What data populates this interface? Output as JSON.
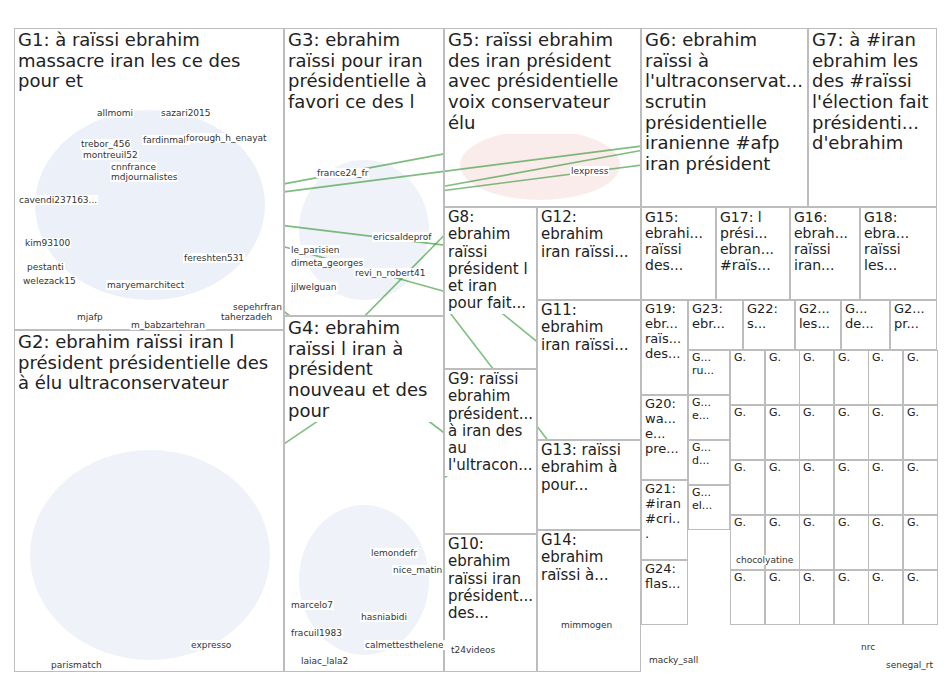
{
  "diagram": {
    "nodes": [
      {
        "text": [
          "G1: à raïssi ebrahim massacre iran les ce des pour et"
        ]
      },
      {
        "text": [
          "G2: ebrahim raïssi iran l président présidentielle des à élu ultraconservateur"
        ]
      },
      {
        "text": [
          "G3: ebrahim raïssi pour iran présidentielle à favori ce des l"
        ]
      },
      {
        "text": [
          "G4: ebrahim raïssi l iran à président nouveau et des pour"
        ]
      },
      {
        "text": [
          "G5: raïssi ebrahim des iran président avec présidentielle voix conservateur élu"
        ]
      },
      {
        "text": [
          "G6: ebrahim raïssi à l'ultraconservat... scrutin présidentielle iranienne #afp iran président"
        ]
      },
      {
        "text": [
          "G7: à #iran ebrahim les des #raïssi l'élection fait présidenti... d'ebrahim"
        ]
      },
      {
        "text": [
          "G8: ebrahim raïssi président l et iran pour fait..."
        ]
      },
      {
        "text": [
          "G12: ebrahim iran raïssi..."
        ]
      },
      {
        "text": [
          "G11: ebrahim iran raïssi..."
        ]
      },
      {
        "text": [
          "G13: raïssi ebrahim à pour..."
        ]
      },
      {
        "text": [
          "G14: ebrahim raïssi à..."
        ]
      },
      {
        "text": [
          "G9: raïssi ebrahim président... à iran des au l'ultracon..."
        ]
      },
      {
        "text": [
          "G10: ebrahim raïssi iran président... des..."
        ]
      },
      {
        "text": [
          "G15: ebrahi... raïssi des..."
        ]
      },
      {
        "text": [
          "G17: l prési... ebran... #raïs..."
        ]
      },
      {
        "text": [
          "G16: ebrah... raïssi iran..."
        ]
      },
      {
        "text": [
          "G18: ebra... raïssi les..."
        ]
      },
      {
        "text": [
          "G19: ebr... raïs... des..."
        ]
      },
      {
        "text": [
          "G23: ebr..."
        ]
      },
      {
        "text": [
          "G22: s..."
        ]
      },
      {
        "text": [
          "G2... les..."
        ]
      },
      {
        "text": [
          "G... de..."
        ]
      },
      {
        "text": [
          "G2... pr..."
        ]
      },
      {
        "text": [
          "G20: wa... e... pre..."
        ]
      },
      {
        "text": [
          "G21: #iran #cri..."
        ]
      },
      {
        "text": [
          "G24: flas..."
        ]
      },
      {
        "text": [
          "G... ru..."
        ]
      },
      {
        "text": [
          "G... e..."
        ]
      },
      {
        "text": [
          "G... d..."
        ]
      },
      {
        "text": [
          "G... el..."
        ]
      },
      {
        "text": [
          "G."
        ]
      },
      {
        "text": [
          "G."
        ]
      },
      {
        "text": [
          "G."
        ]
      },
      {
        "text": [
          "G."
        ]
      },
      {
        "text": [
          "G."
        ]
      },
      {
        "text": [
          "G."
        ]
      },
      {
        "text": [
          "G."
        ]
      },
      {
        "text": [
          "G."
        ]
      },
      {
        "text": [
          "G."
        ]
      },
      {
        "text": [
          "G."
        ]
      },
      {
        "text": [
          "G."
        ]
      },
      {
        "text": [
          "G."
        ]
      },
      {
        "text": [
          "G."
        ]
      },
      {
        "text": [
          "G."
        ]
      },
      {
        "text": [
          "G."
        ]
      },
      {
        "text": [
          "G."
        ]
      },
      {
        "text": [
          "G."
        ]
      },
      {
        "text": [
          "G."
        ]
      },
      {
        "text": [
          "G."
        ]
      },
      {
        "text": [
          "G."
        ]
      },
      {
        "text": [
          "G."
        ]
      },
      {
        "text": [
          "G."
        ]
      },
      {
        "text": [
          "G."
        ]
      },
      {
        "text": [
          "G."
        ]
      },
      {
        "text": [
          "G."
        ]
      },
      {
        "text": [
          "G."
        ]
      },
      {
        "text": [
          "G."
        ]
      },
      {
        "text": [
          "G."
        ]
      },
      {
        "text": [
          "G."
        ]
      },
      {
        "text": [
          "G."
        ]
      }
    ],
    "edges": [
      {
        "from": 0,
        "to": 4,
        "arrow": "none"
      },
      {
        "from": 0,
        "to": 5,
        "arrow": "none"
      },
      {
        "from": 0,
        "to": 7,
        "arrow": "none"
      },
      {
        "from": 0,
        "to": 12,
        "arrow": "none"
      },
      {
        "from": 0,
        "to": 8,
        "arrow": "none"
      },
      {
        "from": 1,
        "to": 4,
        "arrow": "none"
      },
      {
        "from": 1,
        "to": 7,
        "arrow": "none"
      },
      {
        "from": 2,
        "to": 5,
        "arrow": "none"
      },
      {
        "from": 2,
        "to": 6,
        "arrow": "none"
      },
      {
        "from": 2,
        "to": 9,
        "arrow": "none"
      },
      {
        "from": 2,
        "to": 8,
        "arrow": "none"
      },
      {
        "from": 2,
        "to": 10,
        "arrow": "none"
      },
      {
        "from": 3,
        "to": 9,
        "arrow": "none"
      },
      {
        "from": 4,
        "to": 6,
        "arrow": "none"
      }
    ],
    "labels": [
      "allmomi",
      "sazari2015",
      "cavendi237163...",
      "kim93100",
      "pestanti",
      "welezack15",
      "mjafp",
      "trebor_456",
      "montreuil52",
      "cnnfrance",
      "fardinmah",
      "forough_h_enayat",
      "mdjournalistes",
      "maryemarchitect",
      "fereshten531",
      "sepehrfran",
      "taherzadeh",
      "m_babzartehran",
      "parismatch",
      "expresso",
      "france24_fr",
      "le_parisien",
      "dimeta_georges",
      "ericsaldeprof",
      "revi_n_robert41",
      "jjlwelguan",
      "lemondefr",
      "marcelo7",
      "calmettesthelene",
      "hasniabidi",
      "laiac_lala2",
      "fracuil1983",
      "nice_matin",
      "lexpress",
      "t24videos",
      "mimmogen",
      "macky_sall",
      "senegal_rt",
      "nrc",
      "chocolyatine"
    ]
  }
}
